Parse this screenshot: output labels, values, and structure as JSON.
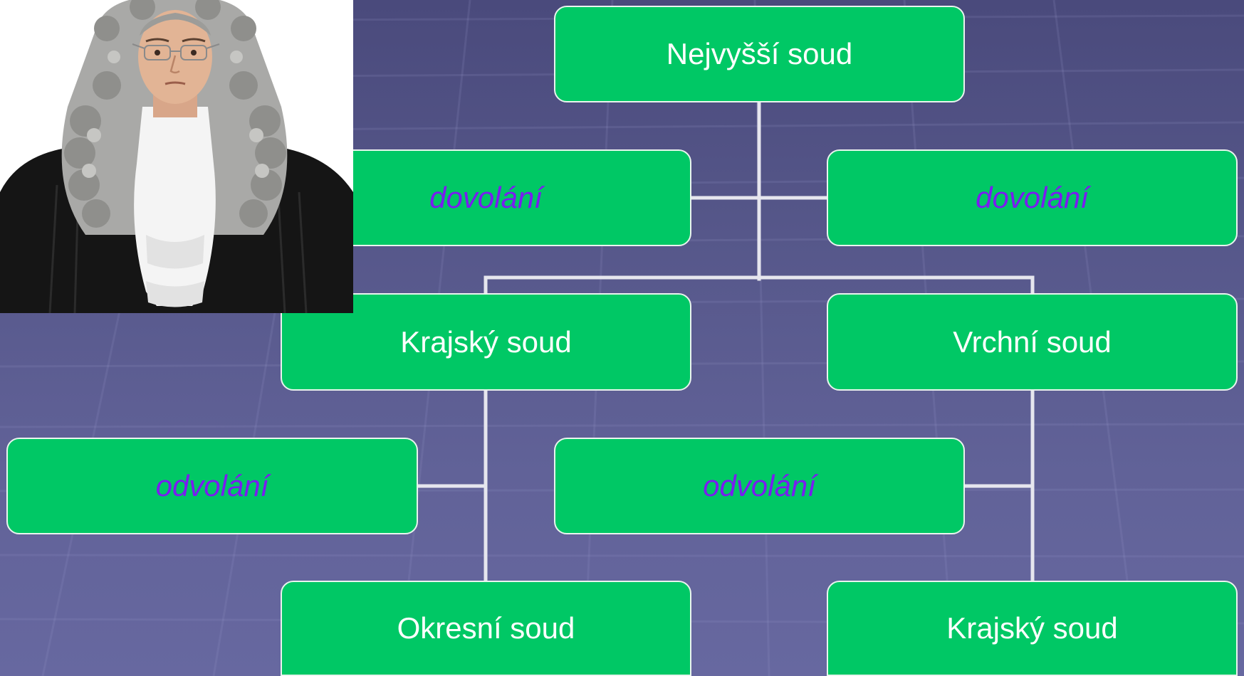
{
  "colors": {
    "background": "#58598c",
    "node_fill": "#00c865",
    "node_border": "#e9f4ee",
    "node_text": "#ffffff",
    "appeal_text": "#7a1cf0",
    "connector": "#e6e6ee"
  },
  "photo": {
    "icon": "judge-portrait-icon"
  },
  "nodes": {
    "supreme_court": {
      "label": "Nejvyšší soud"
    },
    "appeal_dovolani_left": {
      "label": "dovolání"
    },
    "appeal_dovolani_right": {
      "label": "dovolání"
    },
    "regional_court": {
      "label": "Krajský soud"
    },
    "high_court": {
      "label": "Vrchní soud"
    },
    "appeal_odvolani_left": {
      "label": "odvolání"
    },
    "appeal_odvolani_center": {
      "label": "odvolání"
    },
    "district_court": {
      "label": "Okresní soud"
    },
    "regional_court_bottom": {
      "label": "Krajský soud"
    }
  }
}
